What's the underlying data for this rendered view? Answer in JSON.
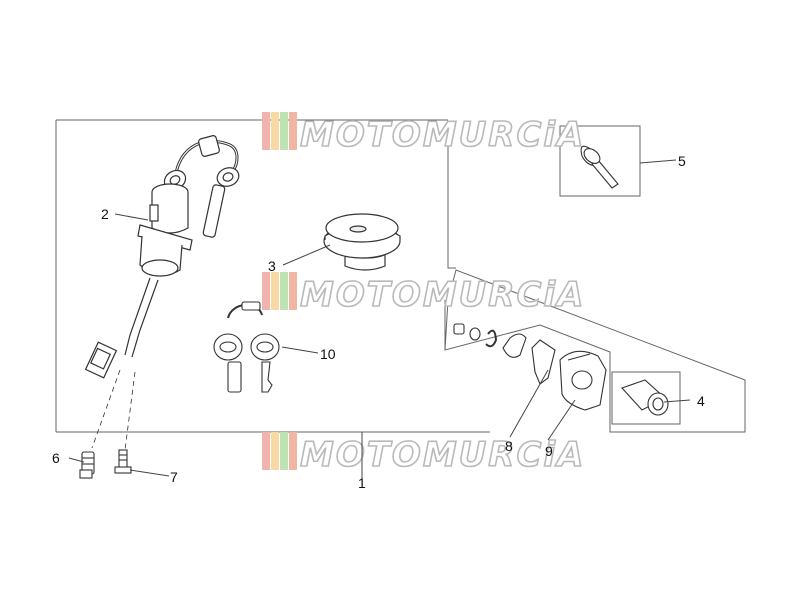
{
  "diagram": {
    "callouts": [
      "1",
      "2",
      "3",
      "4",
      "5",
      "6",
      "7",
      "8",
      "9",
      "10"
    ],
    "watermark": {
      "text": "MOTOMURCiA"
    },
    "colors": {
      "line": "#555555",
      "watermark_stripes": [
        "#f2b2ae",
        "#f7d9a3",
        "#bfe2b5",
        "#f0b6a2"
      ]
    }
  }
}
